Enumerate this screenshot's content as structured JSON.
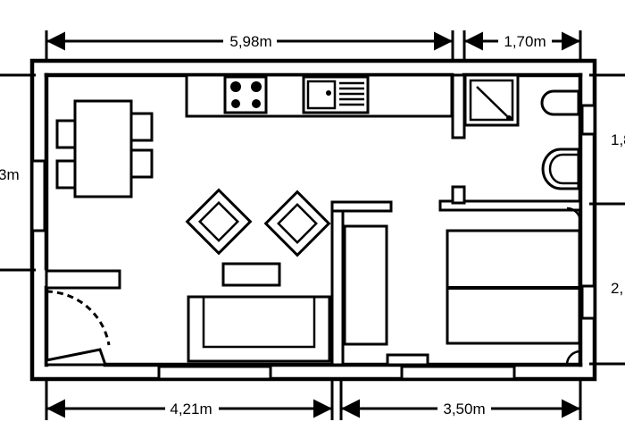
{
  "dimensions": {
    "top_main": "5,98m",
    "top_bath": "1,70m",
    "left": "3m",
    "right_bath": "1,8",
    "right_bed": "2,",
    "bottom_left": "4,21m",
    "bottom_right": "3,50m"
  },
  "colors": {
    "line": "#000000",
    "background": "#ffffff"
  }
}
